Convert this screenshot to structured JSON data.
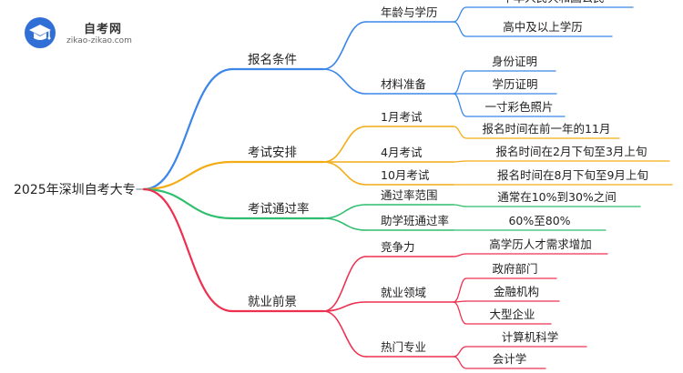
{
  "logo": {
    "name": "自考网",
    "domain": "zikao-zikao.com",
    "icon": "graduation-cap-icon"
  },
  "root": "2025年深圳自考大专",
  "colors": {
    "blue": "#3b86e8",
    "orange": "#f4ac16",
    "green": "#2fbe6e",
    "red": "#ee3050"
  },
  "branches": [
    {
      "label": "报名条件",
      "color": "blue",
      "children": [
        {
          "label": "年龄与学历",
          "children": [
            "中华人民共和国公民",
            "高中及以上学历"
          ]
        },
        {
          "label": "材料准备",
          "children": [
            "身份证明",
            "学历证明",
            "一寸彩色照片"
          ]
        }
      ]
    },
    {
      "label": "考试安排",
      "color": "orange",
      "children": [
        {
          "label": "1月考试",
          "children": [
            "报名时间在前一年的11月"
          ]
        },
        {
          "label": "4月考试",
          "children": [
            "报名时间在2月下旬至3月上旬"
          ]
        },
        {
          "label": "10月考试",
          "children": [
            "报名时间在8月下旬至9月上旬"
          ]
        }
      ]
    },
    {
      "label": "考试通过率",
      "color": "green",
      "children": [
        {
          "label": "通过率范围",
          "children": [
            "通常在10%到30%之间"
          ]
        },
        {
          "label": "助学班通过率",
          "children": [
            "60%至80%"
          ]
        }
      ]
    },
    {
      "label": "就业前景",
      "color": "red",
      "children": [
        {
          "label": "竞争力",
          "children": [
            "高学历人才需求增加"
          ]
        },
        {
          "label": "就业领域",
          "children": [
            "政府部门",
            "金融机构",
            "大型企业"
          ]
        },
        {
          "label": "热门专业",
          "children": [
            "计算机科学",
            "会计学"
          ]
        }
      ]
    }
  ]
}
